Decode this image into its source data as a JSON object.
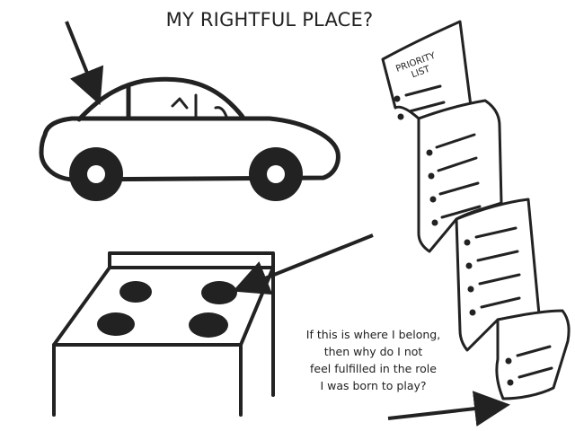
{
  "title": "MY RIGHTFUL PLACE?",
  "list": {
    "heading_line1": "PRIORITY",
    "heading_line2": "LIST"
  },
  "caption": {
    "line1": "If this is where I belong,",
    "line2": "then why do I not",
    "line3": "feel fulfilled in the role",
    "line4": "I was born to play?"
  },
  "colors": {
    "ink": "#222222",
    "background": "#ffffff"
  },
  "icons": [
    "car-icon",
    "stove-icon",
    "scroll-icon",
    "arrow-icon"
  ]
}
